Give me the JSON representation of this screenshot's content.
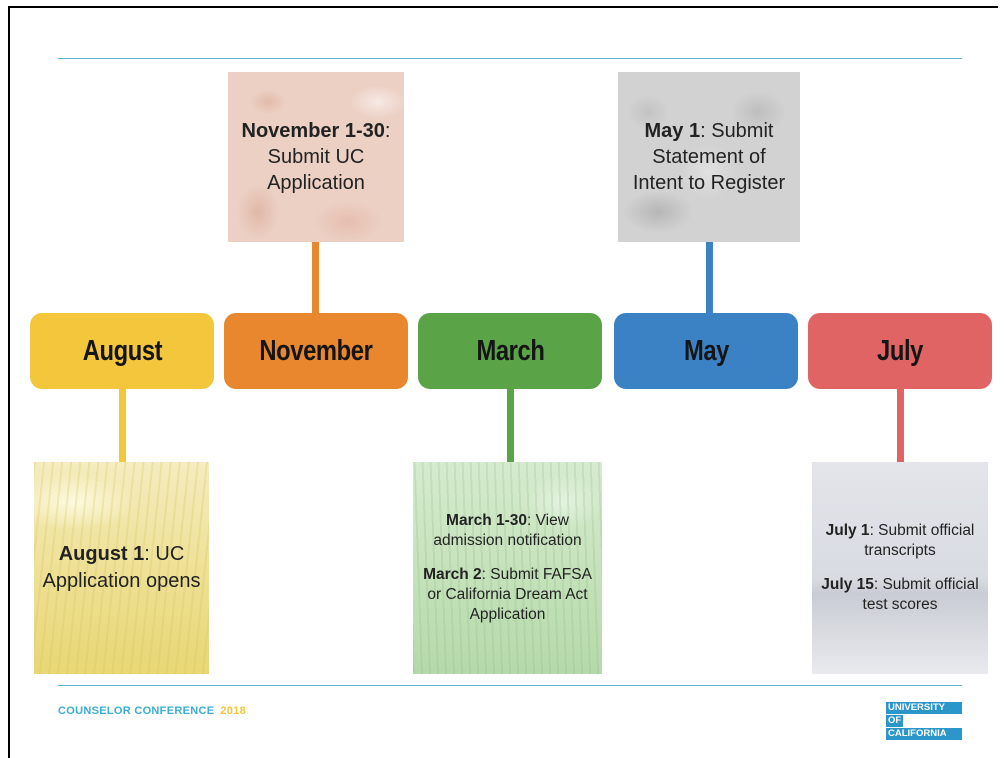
{
  "timeline": {
    "months": [
      {
        "id": "august",
        "label": "August",
        "color": "#f4c63b"
      },
      {
        "id": "november",
        "label": "November",
        "color": "#e8872e"
      },
      {
        "id": "march",
        "label": "March",
        "color": "#5aa447"
      },
      {
        "id": "may",
        "label": "May",
        "color": "#3b82c4"
      },
      {
        "id": "july",
        "label": "July",
        "color": "#e06464"
      }
    ],
    "cards": {
      "november": {
        "bold": "November 1-30",
        "text": ": Submit UC Application"
      },
      "may": {
        "bold": "May 1",
        "text": ": Submit Statement of Intent to Register"
      },
      "august": {
        "bold": "August 1",
        "text": ": UC Application opens"
      },
      "march": {
        "p1_bold": "March 1-30",
        "p1_text": ": View admission notification",
        "p2_bold": "March 2",
        "p2_text": ": Submit FAFSA or California Dream Act Application"
      },
      "july": {
        "p1_bold": "July 1",
        "p1_text": ": Submit official transcripts",
        "p2_bold": "July 15",
        "p2_text": ": Submit official test scores"
      }
    }
  },
  "footer": {
    "event": "COUNSELOR CONFERENCE",
    "year": "2018",
    "logo_lines": [
      "UNIVERSITY",
      "OF",
      "CALIFORNIA"
    ]
  }
}
